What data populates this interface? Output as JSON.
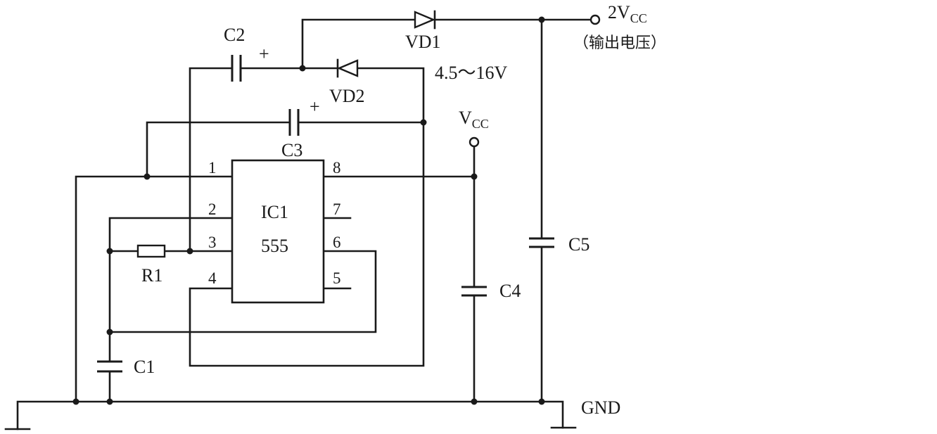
{
  "ic": {
    "name": "IC1",
    "type": "555",
    "pins": [
      "1",
      "2",
      "3",
      "4",
      "5",
      "6",
      "7",
      "8"
    ]
  },
  "components": {
    "c1": "C1",
    "c2": "C2",
    "c3": "C3",
    "c4": "C4",
    "c5": "C5",
    "r1": "R1",
    "vd1": "VD1",
    "vd2": "VD2"
  },
  "polarity_mark": "+",
  "supply": {
    "vcc_main": "V",
    "vcc_sub": "CC",
    "range": "4.5～16V"
  },
  "output": {
    "prefix": "2V",
    "sub": "CC",
    "note": "（输出电压）"
  },
  "ground_label": "GND"
}
